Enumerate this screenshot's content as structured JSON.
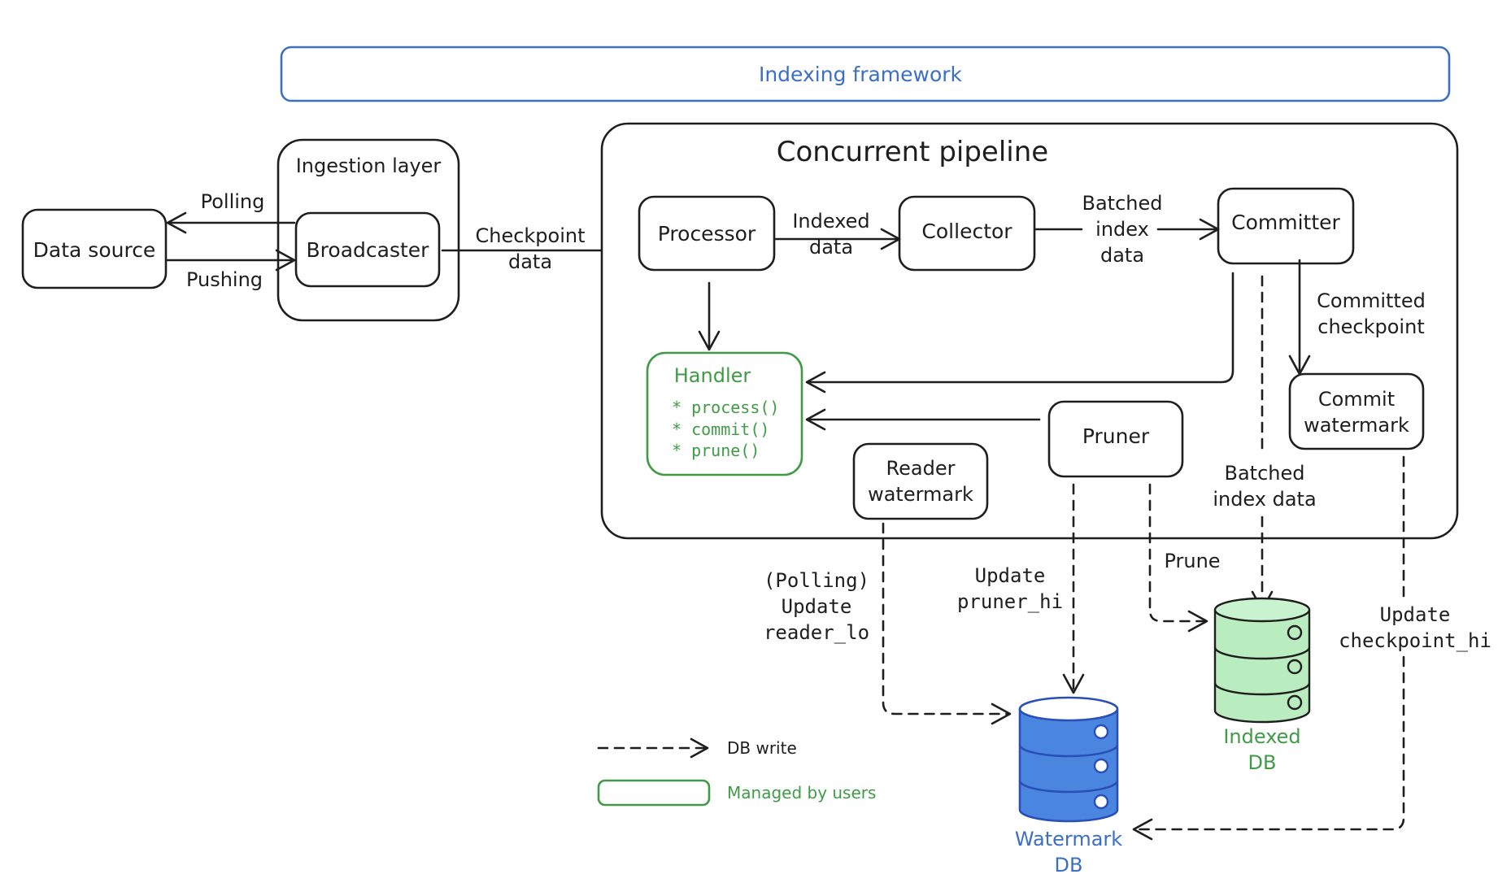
{
  "colors": {
    "ink": "#1e1e1e",
    "framework_blue": "#3a6fc4",
    "user_green": "#3f9b46",
    "watermark_db_fill": "#4a86e0",
    "indexed_db_fill": "#b9ecbf"
  },
  "framework": {
    "label": "Indexing framework"
  },
  "ingestion": {
    "title": "Ingestion layer",
    "broadcaster": "Broadcaster"
  },
  "source": {
    "label": "Data source"
  },
  "edges": {
    "polling": "Polling",
    "pushing": "Pushing",
    "checkpoint_data": [
      "Checkpoint",
      "data"
    ],
    "indexed_data": [
      "Indexed",
      "data"
    ],
    "batched_index_data": [
      "Batched",
      "index",
      "data"
    ],
    "committed_checkpoint": [
      "Committed",
      "checkpoint"
    ],
    "batched_index_data_2": [
      "Batched",
      "index data"
    ],
    "prune": "Prune",
    "update_reader_lo": [
      "(Polling)",
      "Update",
      "reader_lo"
    ],
    "update_pruner_hi": [
      "Update",
      "pruner_hi"
    ],
    "update_checkpoint_hi": [
      "Update",
      "checkpoint_hi"
    ]
  },
  "pipeline": {
    "title": "Concurrent pipeline",
    "processor": "Processor",
    "collector": "Collector",
    "committer": "Committer",
    "commit_watermark": [
      "Commit",
      "watermark"
    ],
    "reader_watermark": [
      "Reader",
      "watermark"
    ],
    "pruner": "Pruner",
    "handler": {
      "title": "Handler",
      "methods": [
        "* process()",
        "* commit()",
        "* prune()"
      ]
    }
  },
  "databases": {
    "indexed": [
      "Indexed",
      "DB"
    ],
    "watermark": [
      "Watermark",
      "DB"
    ]
  },
  "legend": {
    "db_write": "DB write",
    "managed_by_users": "Managed by users"
  },
  "icons": [
    "arrow-head-icon",
    "database-cylinder-icon"
  ]
}
